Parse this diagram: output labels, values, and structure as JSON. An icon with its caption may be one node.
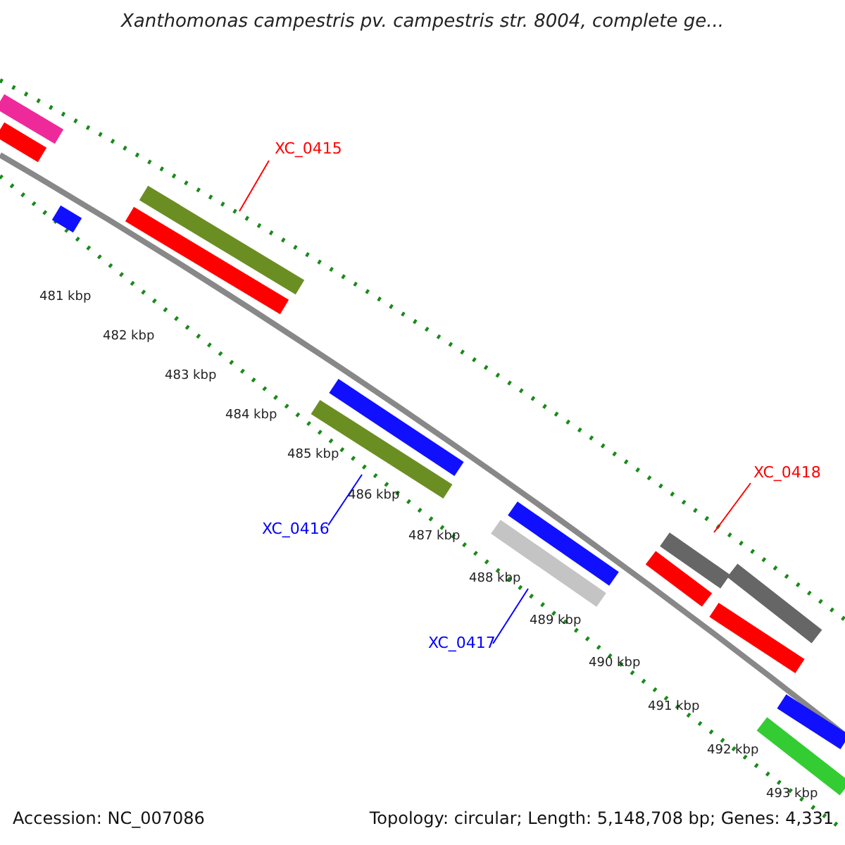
{
  "diagram": {
    "title": "Xanthomonas campestris pv. campestris str. 8004, complete ge...",
    "nodes": [
      {
        "text": [
          "XC_0415"
        ]
      },
      {
        "text": [],
        "shape": "bar"
      },
      {
        "text": [
          "XC_0416"
        ]
      },
      {
        "text": [],
        "shape": "bar"
      },
      {
        "text": [
          "XC_0417"
        ]
      },
      {
        "text": [],
        "shape": "bar"
      },
      {
        "text": [
          "XC_0418"
        ]
      },
      {
        "text": [],
        "shape": "bar"
      }
    ],
    "edges": [
      {
        "from": 0,
        "to": 1,
        "arrow": "none",
        "color": "#ff0000"
      },
      {
        "from": 2,
        "to": 3,
        "arrow": "none",
        "color": "#0000ff"
      },
      {
        "from": 4,
        "to": 5,
        "arrow": "none",
        "color": "#0000ff"
      },
      {
        "from": 6,
        "to": 7,
        "arrow": "none",
        "color": "#ff0000"
      }
    ],
    "labels": [
      "481 kbp",
      "482 kbp",
      "483 kbp",
      "484 kbp",
      "485 kbp",
      "486 kbp",
      "487 kbp",
      "488 kbp",
      "489 kbp",
      "490 kbp",
      "491 kbp",
      "492 kbp",
      "493 kbp",
      "Accession: NC_007086",
      "Topology: circular; Length: 5,148,708 bp; Genes: 4,331"
    ]
  }
}
